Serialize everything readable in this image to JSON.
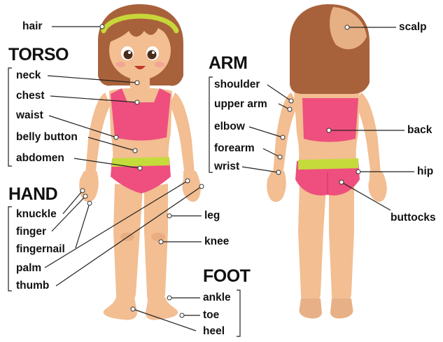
{
  "headings": {
    "torso": "TORSO",
    "hand": "HAND",
    "arm": "ARM",
    "foot": "FOOT"
  },
  "labels": {
    "hair": "hair",
    "scalp": "scalp",
    "neck": "neck",
    "chest": "chest",
    "waist": "waist",
    "belly_button": "belly button",
    "abdomen": "abdomen",
    "knuckle": "knuckle",
    "finger": "finger",
    "fingernail": "fingernail",
    "palm": "palm",
    "thumb": "thumb",
    "leg": "leg",
    "knee": "knee",
    "ankle": "ankle",
    "toe": "toe",
    "heel": "heel",
    "shoulder": "shoulder",
    "upper_arm": "upper arm",
    "elbow": "elbow",
    "forearm": "forearm",
    "wrist": "wrist",
    "back": "back",
    "hip": "hip",
    "buttocks": "buttocks"
  },
  "colors": {
    "skin": "#F2BE92",
    "skin_shadow": "#E3A276",
    "hair": "#A8623B",
    "hair_dark": "#7E4325",
    "hairband": "#C8D63A",
    "swimsuit": "#EE4F7E",
    "swimsuit_dark": "#D93A6A",
    "waistband": "#C5DB3C",
    "leader_line": "#222222"
  }
}
